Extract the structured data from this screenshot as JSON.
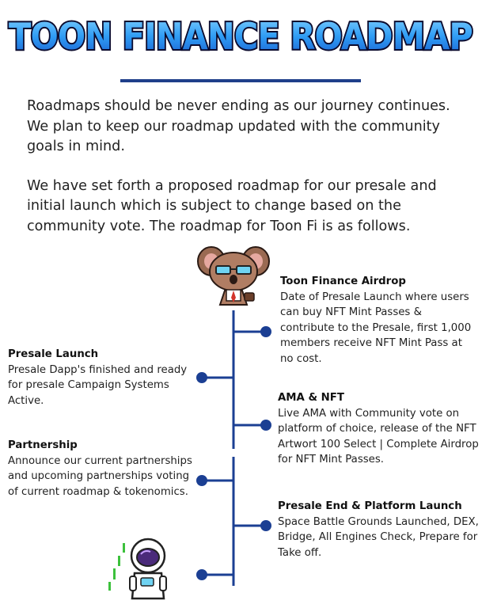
{
  "header": {
    "title": "TOON FINANCE ROADMAP"
  },
  "intro": {
    "paragraph_1": " Roadmaps should be never ending as our journey continues. We plan to keep our roadmap updated with the community goals in mind.",
    "paragraph_2": "We have set forth a proposed roadmap for our presale and initial launch which is subject to change based on the community vote. The roadmap for Toon Fi is as follows."
  },
  "roadmap": {
    "airdrop": {
      "title": "Toon Finance Airdrop",
      "body": "Date of Presale Launch where users can buy NFT Mint Passes & contribute to the Presale, first 1,000 members receive NFT Mint Pass at no cost."
    },
    "presale": {
      "title": "Presale Launch",
      "body": "Presale Dapp's finished and ready for presale Campaign Systems Active."
    },
    "ama": {
      "title": "AMA & NFT",
      "body": "Live AMA with Community vote on platform of choice, release of the NFT Artwort 100 Select | Complete Airdrop for NFT Mint Passes."
    },
    "partnership": {
      "title": "Partnership",
      "body": "Announce our current partnerships and upcoming partnerships voting of current roadmap & tokenomics."
    },
    "end": {
      "title": "Presale End & Platform Launch",
      "body": "Space Battle Grounds Launched, DEX, Bridge, All Engines Check, Prepare for Take off."
    }
  },
  "colors": {
    "title_fill": "#2f9cf4",
    "title_outline": "#0b0b2e",
    "timeline": "#1b3f93",
    "rule": "#1f3f8a"
  },
  "icons": {
    "top": "koala-mascot-icon",
    "bottom": "astronaut-mascot-icon"
  }
}
